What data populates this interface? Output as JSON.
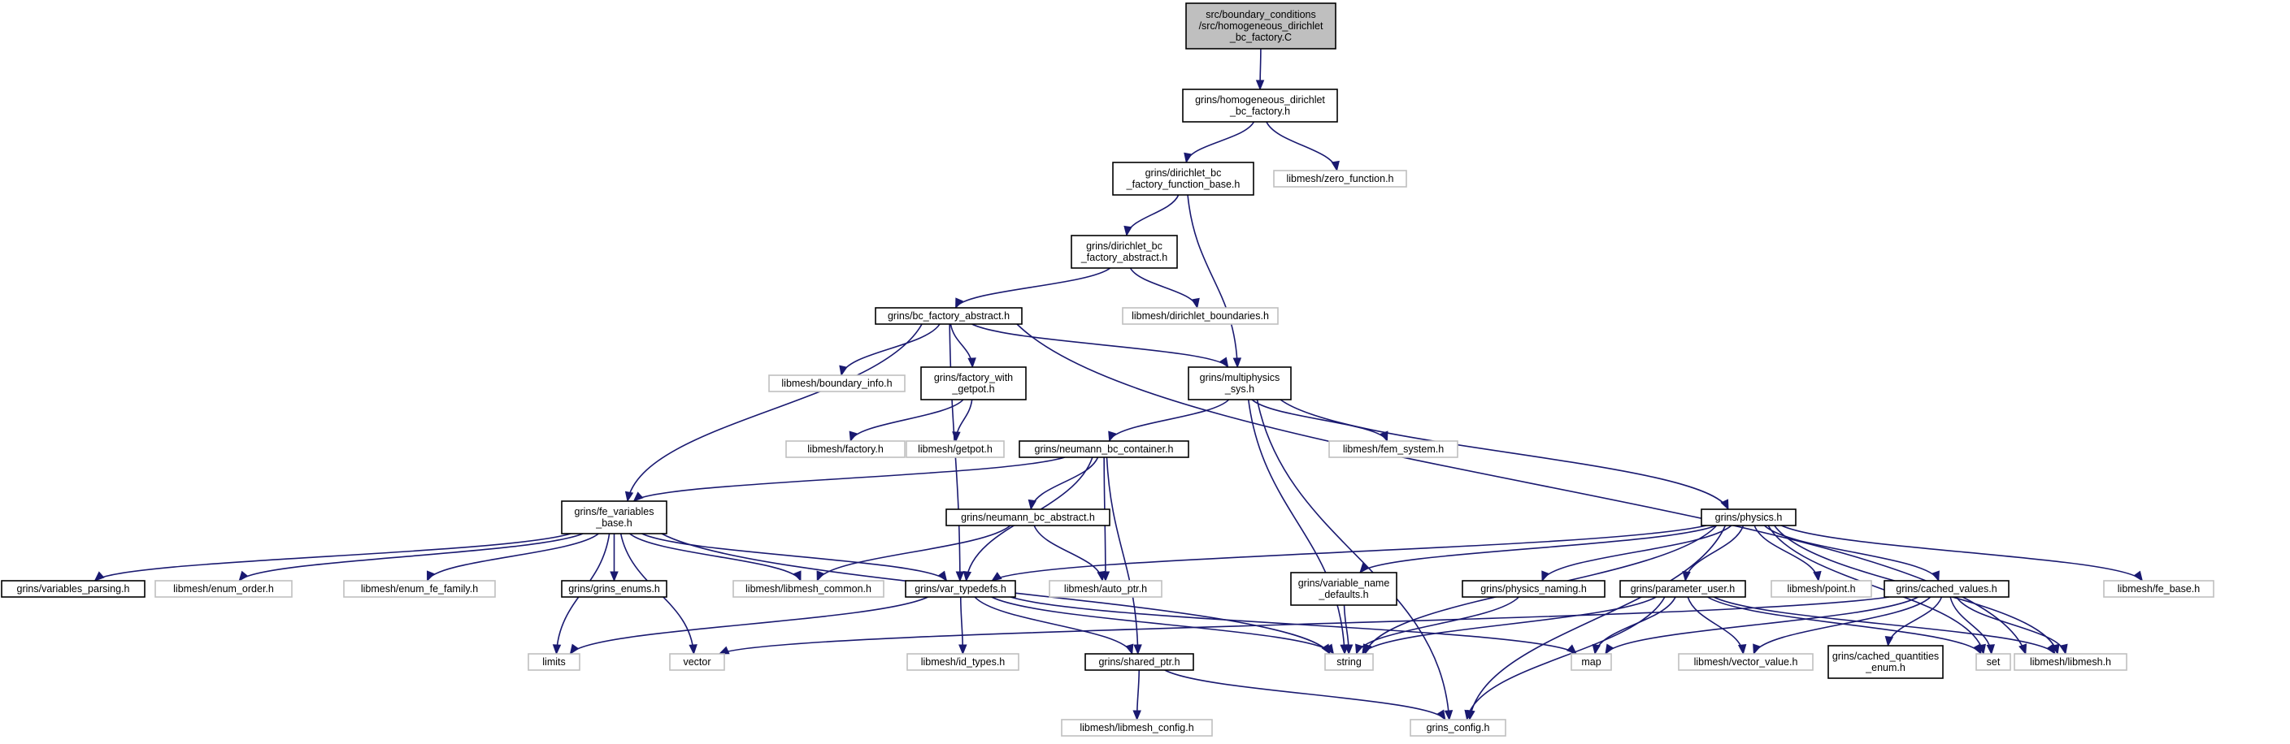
{
  "graph": {
    "nodes": [
      {
        "id": "root",
        "kind": "root",
        "lines": [
          "src/boundary_conditions",
          "/src/homogeneous_dirichlet",
          "_bc_factory.C"
        ]
      },
      {
        "id": "homog",
        "kind": "internal",
        "lines": [
          "grins/homogeneous_dirichlet",
          "_bc_factory.h"
        ]
      },
      {
        "id": "dfb",
        "kind": "internal",
        "lines": [
          "grins/dirichlet_bc",
          "_factory_function_base.h"
        ]
      },
      {
        "id": "zero",
        "kind": "external",
        "lines": [
          "libmesh/zero_function.h"
        ]
      },
      {
        "id": "dfa",
        "kind": "internal",
        "lines": [
          "grins/dirichlet_bc",
          "_factory_abstract.h"
        ]
      },
      {
        "id": "dbound",
        "kind": "external",
        "lines": [
          "libmesh/dirichlet_boundaries.h"
        ]
      },
      {
        "id": "bcfa",
        "kind": "internal",
        "lines": [
          "grins/bc_factory_abstract.h"
        ]
      },
      {
        "id": "binfo",
        "kind": "external",
        "lines": [
          "libmesh/boundary_info.h"
        ]
      },
      {
        "id": "fwg",
        "kind": "internal",
        "lines": [
          "grins/factory_with",
          "_getpot.h"
        ]
      },
      {
        "id": "msys",
        "kind": "internal",
        "lines": [
          "grins/multiphysics",
          "_sys.h"
        ]
      },
      {
        "id": "factory",
        "kind": "external",
        "lines": [
          "libmesh/factory.h"
        ]
      },
      {
        "id": "getpot",
        "kind": "external",
        "lines": [
          "libmesh/getpot.h"
        ]
      },
      {
        "id": "nbcc",
        "kind": "internal",
        "lines": [
          "grins/neumann_bc_container.h"
        ]
      },
      {
        "id": "femsys",
        "kind": "external",
        "lines": [
          "libmesh/fem_system.h"
        ]
      },
      {
        "id": "fevb",
        "kind": "internal",
        "lines": [
          "grins/fe_variables",
          "_base.h"
        ]
      },
      {
        "id": "nbca",
        "kind": "internal",
        "lines": [
          "grins/neumann_bc_abstract.h"
        ]
      },
      {
        "id": "physics",
        "kind": "internal",
        "lines": [
          "grins/physics.h"
        ]
      },
      {
        "id": "varparse",
        "kind": "internal",
        "lines": [
          "grins/variables_parsing.h"
        ]
      },
      {
        "id": "enumorder",
        "kind": "external",
        "lines": [
          "libmesh/enum_order.h"
        ]
      },
      {
        "id": "enumfef",
        "kind": "external",
        "lines": [
          "libmesh/enum_fe_family.h"
        ]
      },
      {
        "id": "grinsenums",
        "kind": "internal",
        "lines": [
          "grins/grins_enums.h"
        ]
      },
      {
        "id": "lmcommon",
        "kind": "external",
        "lines": [
          "libmesh/libmesh_common.h"
        ]
      },
      {
        "id": "vartypedefs",
        "kind": "internal",
        "lines": [
          "grins/var_typedefs.h"
        ]
      },
      {
        "id": "autoptr",
        "kind": "external",
        "lines": [
          "libmesh/auto_ptr.h"
        ]
      },
      {
        "id": "varname",
        "kind": "internal",
        "lines": [
          "grins/variable_name",
          "_defaults.h"
        ]
      },
      {
        "id": "physnaming",
        "kind": "internal",
        "lines": [
          "grins/physics_naming.h"
        ]
      },
      {
        "id": "paramuser",
        "kind": "internal",
        "lines": [
          "grins/parameter_user.h"
        ]
      },
      {
        "id": "point",
        "kind": "external",
        "lines": [
          "libmesh/point.h"
        ]
      },
      {
        "id": "cached",
        "kind": "internal",
        "lines": [
          "grins/cached_values.h"
        ]
      },
      {
        "id": "febase",
        "kind": "external",
        "lines": [
          "libmesh/fe_base.h"
        ]
      },
      {
        "id": "limits",
        "kind": "external",
        "lines": [
          "limits"
        ]
      },
      {
        "id": "vector",
        "kind": "external",
        "lines": [
          "vector"
        ]
      },
      {
        "id": "idtypes",
        "kind": "external",
        "lines": [
          "libmesh/id_types.h"
        ]
      },
      {
        "id": "sharedptr",
        "kind": "internal",
        "lines": [
          "grins/shared_ptr.h"
        ]
      },
      {
        "id": "string",
        "kind": "external",
        "lines": [
          "string"
        ]
      },
      {
        "id": "map",
        "kind": "external",
        "lines": [
          "map"
        ]
      },
      {
        "id": "vecval",
        "kind": "external",
        "lines": [
          "libmesh/vector_value.h"
        ]
      },
      {
        "id": "cqenum",
        "kind": "internal",
        "lines": [
          "grins/cached_quantities",
          "_enum.h"
        ]
      },
      {
        "id": "set",
        "kind": "external",
        "lines": [
          "set"
        ]
      },
      {
        "id": "libmesh",
        "kind": "external",
        "lines": [
          "libmesh/libmesh.h"
        ]
      },
      {
        "id": "lmconfig",
        "kind": "external",
        "lines": [
          "libmesh/libmesh_config.h"
        ]
      },
      {
        "id": "grinsconfig",
        "kind": "external",
        "lines": [
          "grins_config.h"
        ]
      }
    ],
    "edges": [
      [
        "root",
        "homog"
      ],
      [
        "homog",
        "dfb"
      ],
      [
        "homog",
        "zero"
      ],
      [
        "dfb",
        "dfa"
      ],
      [
        "dfb",
        "msys"
      ],
      [
        "dfa",
        "bcfa"
      ],
      [
        "dfa",
        "dbound"
      ],
      [
        "bcfa",
        "fevb"
      ],
      [
        "bcfa",
        "vartypedefs"
      ],
      [
        "bcfa",
        "binfo"
      ],
      [
        "bcfa",
        "fwg"
      ],
      [
        "bcfa",
        "msys"
      ],
      [
        "bcfa",
        "libmesh"
      ],
      [
        "fwg",
        "factory"
      ],
      [
        "fwg",
        "getpot"
      ],
      [
        "msys",
        "nbcc"
      ],
      [
        "msys",
        "femsys"
      ],
      [
        "msys",
        "physics"
      ],
      [
        "msys",
        "string"
      ],
      [
        "msys",
        "grinsconfig"
      ],
      [
        "nbcc",
        "fevb"
      ],
      [
        "nbcc",
        "vartypedefs"
      ],
      [
        "nbcc",
        "nbca"
      ],
      [
        "nbcc",
        "autoptr"
      ],
      [
        "nbcc",
        "sharedptr"
      ],
      [
        "nbca",
        "lmcommon"
      ],
      [
        "nbca",
        "autoptr"
      ],
      [
        "fevb",
        "varparse"
      ],
      [
        "fevb",
        "enumorder"
      ],
      [
        "fevb",
        "enumfef"
      ],
      [
        "fevb",
        "grinsenums"
      ],
      [
        "fevb",
        "lmcommon"
      ],
      [
        "fevb",
        "vartypedefs"
      ],
      [
        "fevb",
        "limits"
      ],
      [
        "fevb",
        "vector"
      ],
      [
        "fevb",
        "string"
      ],
      [
        "vartypedefs",
        "limits"
      ],
      [
        "vartypedefs",
        "idtypes"
      ],
      [
        "vartypedefs",
        "sharedptr"
      ],
      [
        "vartypedefs",
        "string"
      ],
      [
        "vartypedefs",
        "map"
      ],
      [
        "sharedptr",
        "lmconfig"
      ],
      [
        "sharedptr",
        "grinsconfig"
      ],
      [
        "physics",
        "vartypedefs"
      ],
      [
        "physics",
        "varname"
      ],
      [
        "physics",
        "physnaming"
      ],
      [
        "physics",
        "paramuser"
      ],
      [
        "physics",
        "point"
      ],
      [
        "physics",
        "cached"
      ],
      [
        "physics",
        "febase"
      ],
      [
        "physics",
        "set"
      ],
      [
        "physics",
        "libmesh"
      ],
      [
        "physics",
        "string"
      ],
      [
        "physics",
        "grinsconfig"
      ],
      [
        "varname",
        "string"
      ],
      [
        "physnaming",
        "string"
      ],
      [
        "paramuser",
        "string"
      ],
      [
        "paramuser",
        "map"
      ],
      [
        "paramuser",
        "vecval"
      ],
      [
        "paramuser",
        "set"
      ],
      [
        "paramuser",
        "libmesh"
      ],
      [
        "paramuser",
        "grinsconfig"
      ],
      [
        "cached",
        "vector"
      ],
      [
        "cached",
        "map"
      ],
      [
        "cached",
        "vecval"
      ],
      [
        "cached",
        "cqenum"
      ],
      [
        "cached",
        "set"
      ],
      [
        "cached",
        "libmesh"
      ]
    ]
  }
}
